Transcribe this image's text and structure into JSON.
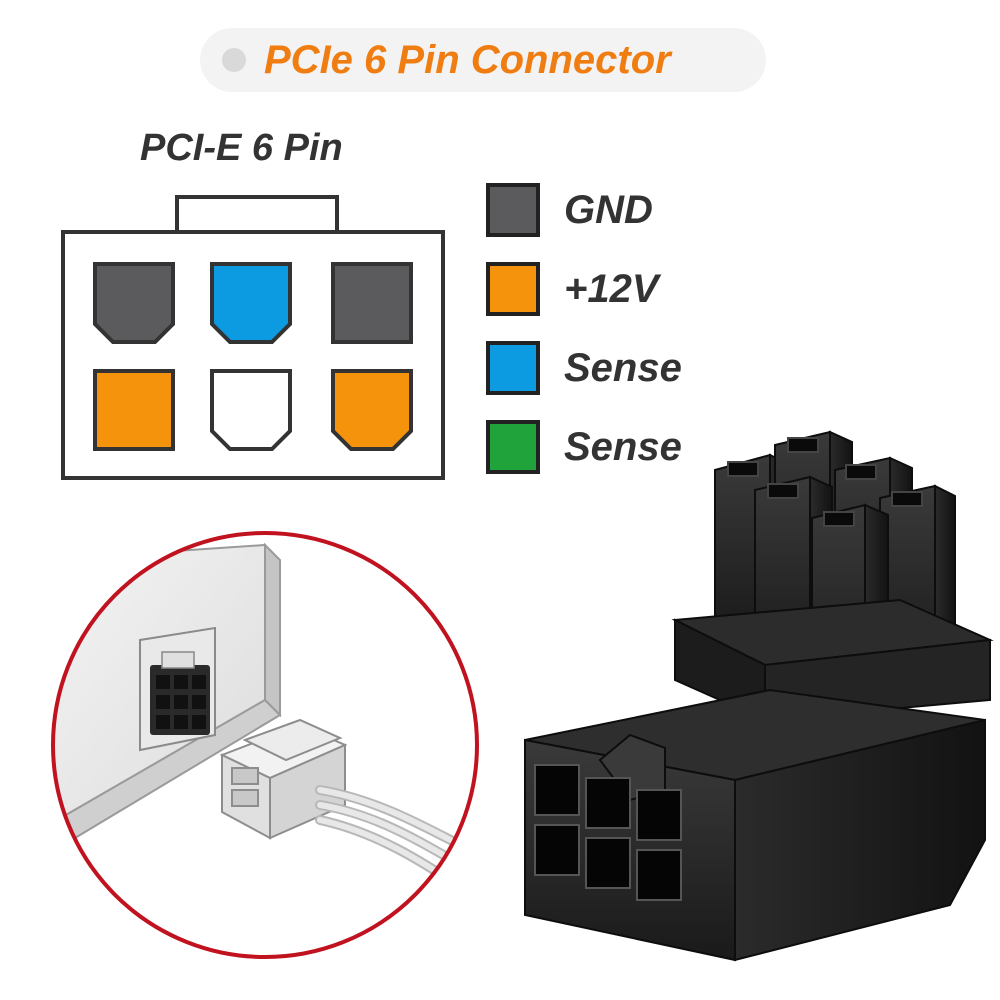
{
  "title": "PCIe 6 Pin Connector",
  "diagram_label": "PCI-E 6 Pin",
  "colors": {
    "gnd": "#5b5b5d",
    "v12": "#f5940c",
    "sense_blue": "#0c9be1",
    "sense_green": "#1fa33a",
    "empty": "#ffffff",
    "title_accent": "#f07d12"
  },
  "legend": [
    {
      "label": "GND",
      "color": "#5b5b5d"
    },
    {
      "label": "+12V",
      "color": "#f5940c"
    },
    {
      "label": "Sense",
      "color": "#0c9be1"
    },
    {
      "label": "Sense",
      "color": "#1fa33a"
    }
  ],
  "pins": {
    "top_row": [
      {
        "type": "gnd",
        "color": "#5b5b5d",
        "shape": "chamfered-bottom"
      },
      {
        "type": "sense",
        "color": "#0c9be1",
        "shape": "chamfered-bottom"
      },
      {
        "type": "gnd",
        "color": "#5b5b5d",
        "shape": "square"
      }
    ],
    "bottom_row": [
      {
        "type": "+12v",
        "color": "#f5940c",
        "shape": "square"
      },
      {
        "type": "empty",
        "color": "#ffffff",
        "shape": "chamfered-bottom"
      },
      {
        "type": "+12v",
        "color": "#f5940c",
        "shape": "chamfered-bottom"
      }
    ]
  },
  "illustrations": [
    "gpu-socket-closeup-icon",
    "angled-connector-adapter-icon"
  ]
}
